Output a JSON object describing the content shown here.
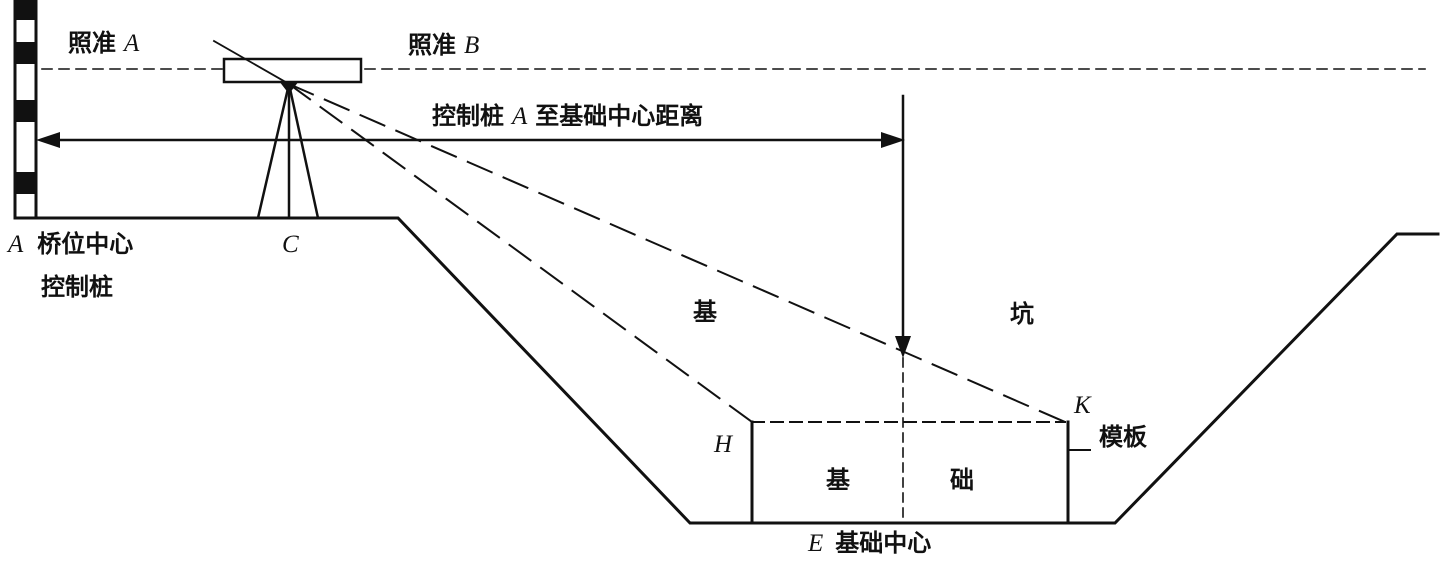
{
  "colors": {
    "ink": "#111111",
    "background": "#ffffff"
  },
  "labels": {
    "sight_a": {
      "text": "照准",
      "letter": "A"
    },
    "sight_b": {
      "text": "照准",
      "letter": "B"
    },
    "distance": {
      "prefix": "控制桩",
      "letter": "A",
      "suffix": "至基础中心距离"
    },
    "control_pile": {
      "letter": "A",
      "line1": "桥位中心",
      "line2": "控制桩"
    },
    "point_c": "C",
    "pit_left": "基",
    "pit_right": "坑",
    "point_h": "H",
    "point_k": "K",
    "formwork": "模板",
    "foundation_left": "基",
    "foundation_right": "础",
    "foundation_center": {
      "letter": "E",
      "text": "基础中心"
    }
  }
}
